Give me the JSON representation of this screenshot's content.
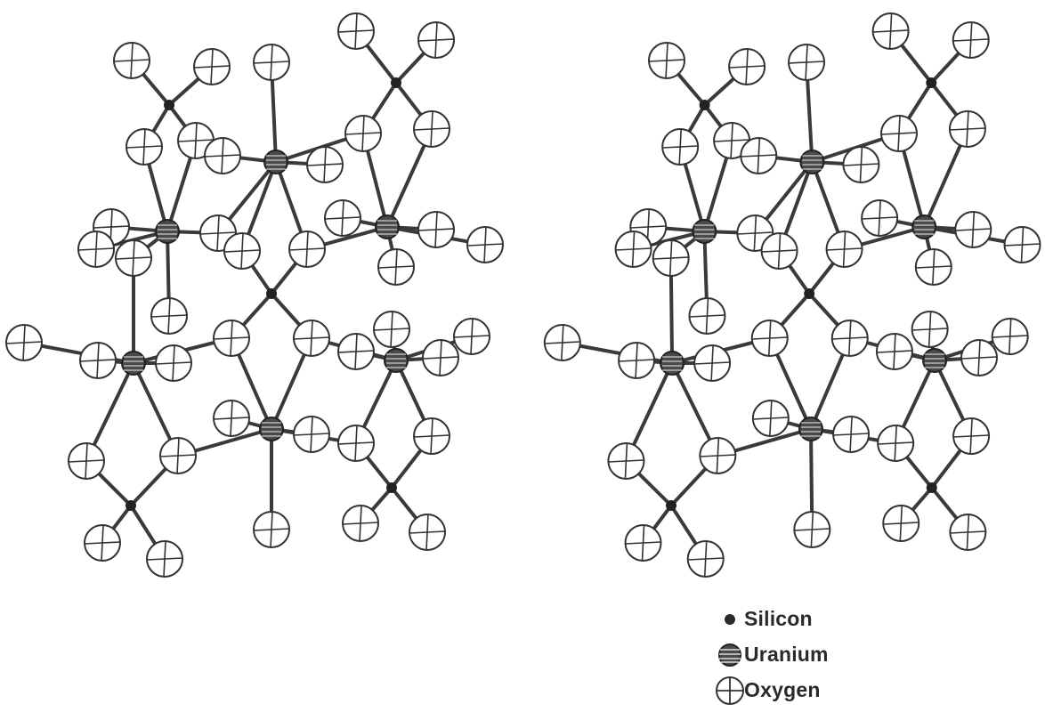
{
  "legend": {
    "items": [
      {
        "key": "silicon",
        "label": "Silicon",
        "icon": "silicon-dot-icon"
      },
      {
        "key": "uranium",
        "label": "Uranium",
        "icon": "uranium-striped-sphere-icon"
      },
      {
        "key": "oxygen",
        "label": "Oxygen",
        "icon": "oxygen-crossed-circle-icon"
      }
    ]
  },
  "colors": {
    "ink": "#333333",
    "paper": "#ffffff",
    "bond": "#3a3a3a"
  }
}
